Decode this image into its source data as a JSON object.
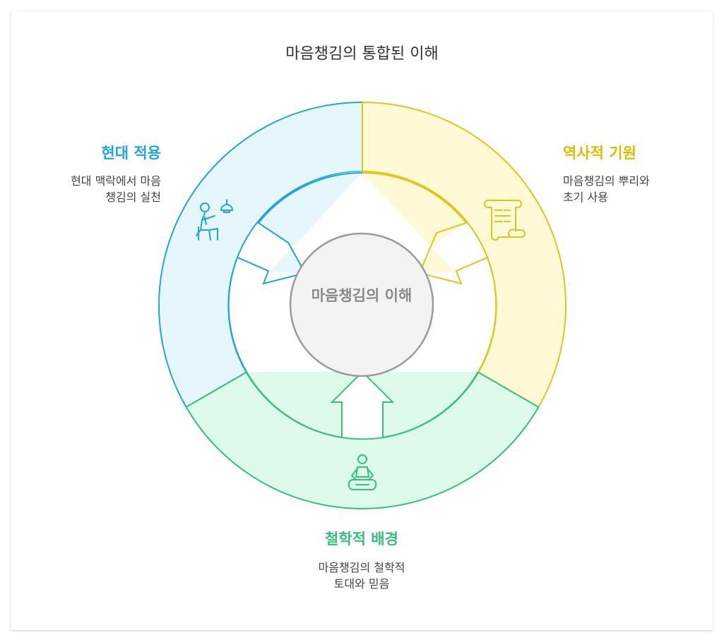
{
  "title": "마음챙김의 통합된 이해",
  "center": {
    "label": "마음챙김의 이해"
  },
  "colors": {
    "blue_stroke": "#1ea7d6",
    "blue_fill": "#e5f6fd",
    "blue_title": "#1ea7d6",
    "yellow_stroke": "#dcc61e",
    "yellow_fill": "#fff9d6",
    "yellow_title": "#d6be00",
    "green_stroke": "#35c07a",
    "green_fill": "#defaea",
    "green_title": "#35c07a",
    "center_fill": "#f3f3f3",
    "center_stroke": "#9a9a9a"
  },
  "sections": {
    "modern": {
      "title": "현대 적용",
      "desc_line1": "현대 맥락에서 마음",
      "desc_line2": "챙김의 실천",
      "icon": "person-working-icon"
    },
    "historical": {
      "title": "역사적 기원",
      "desc_line1": "마음챙김의 뿌리와",
      "desc_line2": "초기 사용",
      "icon": "scroll-icon"
    },
    "philosophical": {
      "title": "철학적 배경",
      "desc_line1": "마음챙김의 철학적",
      "desc_line2": "토대와 믿음",
      "icon": "meditation-icon"
    }
  }
}
